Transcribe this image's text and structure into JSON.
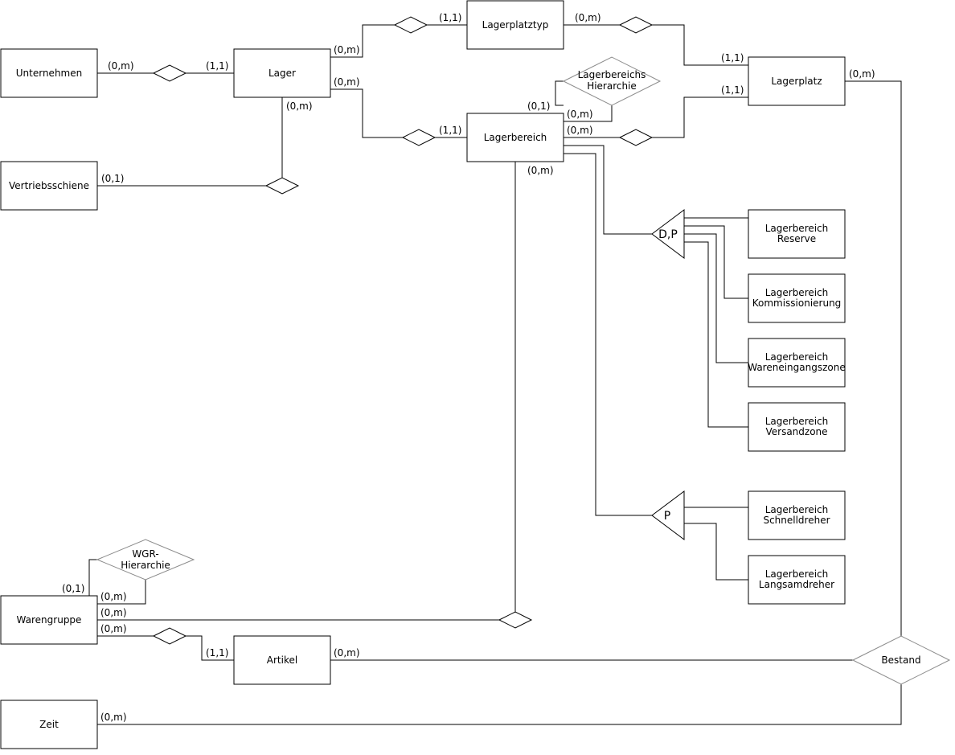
{
  "entities": {
    "unternehmen": "Unternehmen",
    "lager": "Lager",
    "vertriebsschiene": "Vertriebsschiene",
    "lagerplatztyp": "Lagerplatztyp",
    "lagerplatz": "Lagerplatz",
    "lagerbereich": "Lagerbereich",
    "lb_reserve": [
      "Lagerbereich",
      "Reserve"
    ],
    "lb_kommissionierung": [
      "Lagerbereich",
      "Kommissionierung"
    ],
    "lb_wareneingangszone": [
      "Lagerbereich",
      "Wareneingangszone"
    ],
    "lb_versandzone": [
      "Lagerbereich",
      "Versandzone"
    ],
    "lb_schnelldreher": [
      "Lagerbereich",
      "Schnelldreher"
    ],
    "lb_langsamdreher": [
      "Lagerbereich",
      "Langsamdreher"
    ],
    "warengruppe": "Warengruppe",
    "artikel": "Artikel",
    "zeit": "Zeit"
  },
  "relationships": {
    "lagerbereichs_hierarchie": [
      "Lagerbereichs",
      "Hierarchie"
    ],
    "wgr_hierarchie": [
      "WGR-",
      "Hierarchie"
    ],
    "bestand": "Bestand"
  },
  "generalizations": {
    "dp": "D,P",
    "p": "P"
  },
  "cardinalities": {
    "unternehmen_lager": "(0,m)",
    "lager_unternehmen": "(1,1)",
    "lager_lagerplatztyp": "(0,m)",
    "lagerplatztyp_lager": "(1,1)",
    "lagerplatztyp_lagerplatz": "(0,m)",
    "lagerplatz_lagerplatztyp": "(1,1)",
    "lager_lagerbereich": "(0,m)",
    "lagerbereich_lager": "(1,1)",
    "lager_vertriebsschiene": "(0,m)",
    "vertriebsschiene_lager": "(0,1)",
    "lagerbereich_hier_parent": "(0,1)",
    "lagerbereich_hier_child": "(0,m)",
    "lagerbereich_lagerplatz": "(0,m)",
    "lagerplatz_lagerbereich": "(1,1)",
    "lagerbereich_warengruppe": "(0,m)",
    "lagerplatz_bestand": "(0,m)",
    "warengruppe_hier_parent": "(0,1)",
    "warengruppe_hier_child": "(0,m)",
    "warengruppe_lagerbereich": "(0,m)",
    "warengruppe_artikel": "(0,m)",
    "artikel_warengruppe": "(1,1)",
    "artikel_bestand": "(0,m)",
    "zeit_bestand": "(0,m)"
  }
}
